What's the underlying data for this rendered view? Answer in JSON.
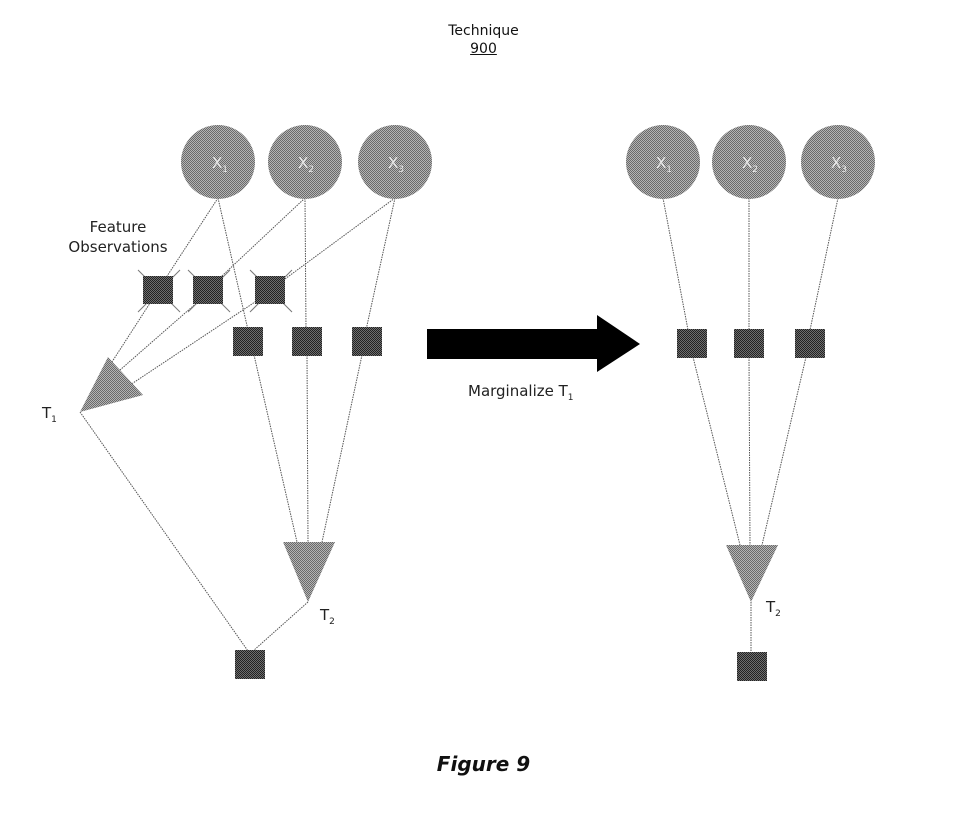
{
  "header": {
    "title": "Technique",
    "number": "900"
  },
  "caption": "Figure 9",
  "colors": {
    "node_fill": "#8f8f8f",
    "factor_fill": "#3f3f3f",
    "arrow": "#000000",
    "edge": "#555555",
    "text": "#222222"
  },
  "left_graph": {
    "variables": [
      "X1",
      "X2",
      "X3"
    ],
    "variable_labels": [
      {
        "main": "X",
        "sub": "1"
      },
      {
        "main": "X",
        "sub": "2"
      },
      {
        "main": "X",
        "sub": "3"
      }
    ],
    "feature_observations_label": [
      "Feature",
      "Observations"
    ],
    "feature_observation_factors": 3,
    "feature_observations_state": "crossed-out",
    "unary_factors": 3,
    "targets": [
      {
        "main": "T",
        "sub": "1"
      },
      {
        "main": "T",
        "sub": "2"
      }
    ],
    "joint_factor": "T1-T2"
  },
  "transition": {
    "label_main": "Marginalize T",
    "label_sub": "1"
  },
  "right_graph": {
    "variable_labels": [
      {
        "main": "X",
        "sub": "1"
      },
      {
        "main": "X",
        "sub": "2"
      },
      {
        "main": "X",
        "sub": "3"
      }
    ],
    "unary_factors": 3,
    "target": {
      "main": "T",
      "sub": "2"
    },
    "terminal_factor": 1
  }
}
